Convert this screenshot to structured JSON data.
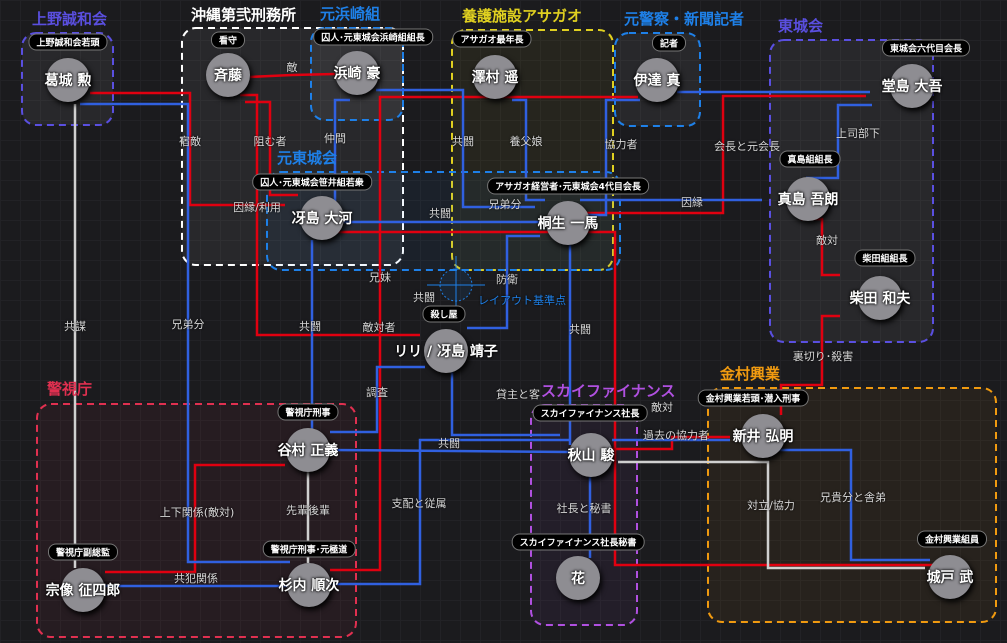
{
  "colors": {
    "hostile": "#e00010",
    "ally": "#3060e0",
    "neutral": "#d0d0d0"
  },
  "groups": [
    {
      "id": "ueno",
      "title": "上野誠和会",
      "color": "#5a4fe0"
    },
    {
      "id": "prison",
      "title": "沖縄第弐刑務所",
      "color": "#ffffff"
    },
    {
      "id": "hamazaki",
      "title": "元浜崎組",
      "color": "#1e80e8"
    },
    {
      "id": "asagao",
      "title": "養護施設アサガオ",
      "color": "#e0d020"
    },
    {
      "id": "police_reporter",
      "title": "元警察・新聞記者",
      "color": "#1e80e8"
    },
    {
      "id": "tojo",
      "title": "東城会",
      "color": "#5a4fe0"
    },
    {
      "id": "ex_tojo",
      "title": "元東城会",
      "color": "#1e80e8"
    },
    {
      "id": "keishicho",
      "title": "警視庁",
      "color": "#e03050"
    },
    {
      "id": "sky",
      "title": "スカイファイナンス",
      "color": "#b050e0"
    },
    {
      "id": "kanemura",
      "title": "金村興業",
      "color": "#f09a10"
    }
  ],
  "nodes": [
    {
      "name": "葛城 勲",
      "role": "上野誠和会若頭"
    },
    {
      "name": "斉藤",
      "role": "看守"
    },
    {
      "name": "浜崎 豪",
      "role": "囚人･元東城会浜崎組組長"
    },
    {
      "name": "澤村 遥",
      "role": "アサガオ最年長"
    },
    {
      "name": "伊達 真",
      "role": "記者"
    },
    {
      "name": "堂島 大吾",
      "role": "東城会六代目会長"
    },
    {
      "name": "冴島 大河",
      "role": "囚人･元東城会笹井組若衆"
    },
    {
      "name": "桐生 一馬",
      "role": "アサガオ経営者･元東城会4代目会長"
    },
    {
      "name": "真島 吾朗",
      "role": "真島組組長"
    },
    {
      "name": "柴田 和夫",
      "role": "柴田組組長"
    },
    {
      "name": "リリ / 冴島 靖子",
      "role": "殺し屋"
    },
    {
      "name": "谷村 正義",
      "role": "警視庁刑事"
    },
    {
      "name": "秋山 駿",
      "role": "スカイファイナンス社長"
    },
    {
      "name": "新井 弘明",
      "role": "金村興業若頭･潜入刑事"
    },
    {
      "name": "宗像 征四郎",
      "role": "警視庁副総監"
    },
    {
      "name": "杉内 順次",
      "role": "警視庁刑事･元極道"
    },
    {
      "name": "花",
      "role": "スカイファイナンス社長秘書"
    },
    {
      "name": "城戸 武",
      "role": "金村興業組員"
    }
  ],
  "edge_labels": [
    "敵",
    "宿敵",
    "阻む者",
    "仲間",
    "因縁/利用",
    "共闘",
    "兄弟分",
    "共闘",
    "養父娘",
    "協力者",
    "会長と元会長",
    "因縁",
    "上司部下",
    "敵対",
    "防衛",
    "兄妹",
    "共謀",
    "兄弟分",
    "共闘",
    "敵対者",
    "共闘",
    "共闘",
    "調査",
    "貸主と客",
    "敵対",
    "裏切り･殺害",
    "共闘",
    "過去の協力者",
    "上下関係(敵対)",
    "先輩後輩",
    "支配と従属",
    "社長と秘書",
    "対立/協力",
    "兄貴分と舎弟",
    "共犯関係"
  ],
  "layout_anchor_label": "レイアウト基準点"
}
